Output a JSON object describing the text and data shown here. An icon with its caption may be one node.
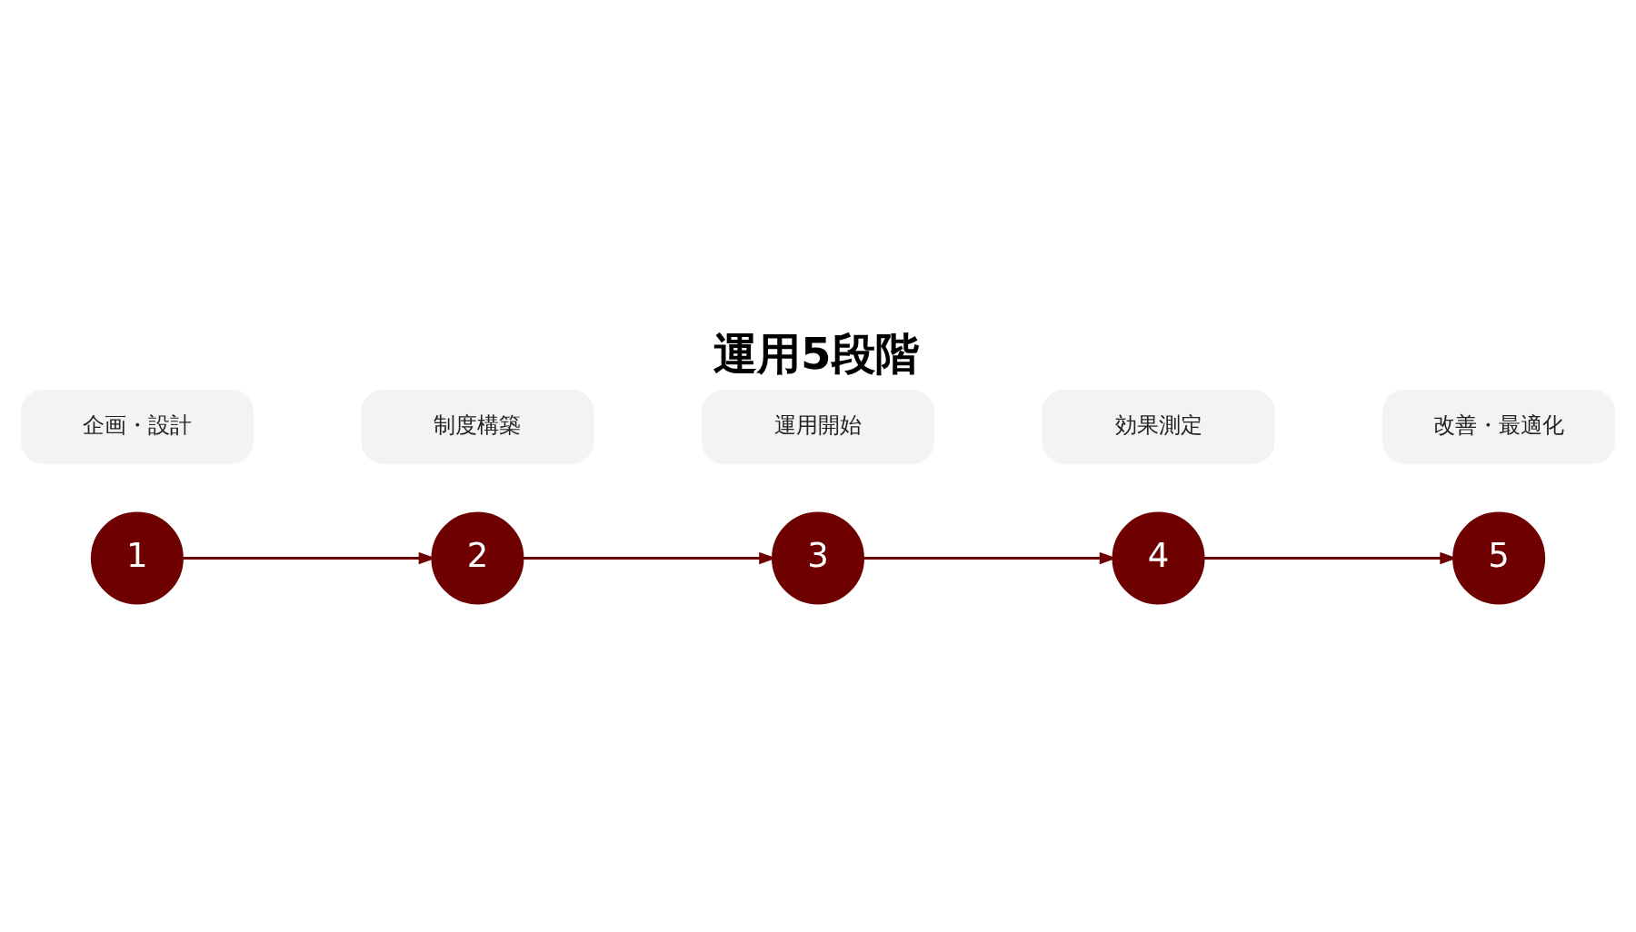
{
  "diagram": {
    "title": "運用5段階",
    "nodes": [
      {
        "text": [
          "1"
        ]
      },
      {
        "text": [
          "2"
        ]
      },
      {
        "text": [
          "3"
        ]
      },
      {
        "text": [
          "4"
        ]
      },
      {
        "text": [
          "5"
        ]
      },
      {
        "text": [
          "企画・設計"
        ]
      },
      {
        "text": [
          "制度構築"
        ]
      },
      {
        "text": [
          "運用開始"
        ]
      },
      {
        "text": [
          "効果測定"
        ]
      },
      {
        "text": [
          "改善・最適化"
        ]
      }
    ],
    "edges": [
      {
        "from": 0,
        "to": 1,
        "arrow": "to"
      },
      {
        "from": 1,
        "to": 2,
        "arrow": "to"
      },
      {
        "from": 2,
        "to": 3,
        "arrow": "to"
      },
      {
        "from": 3,
        "to": 4,
        "arrow": "to"
      }
    ]
  }
}
